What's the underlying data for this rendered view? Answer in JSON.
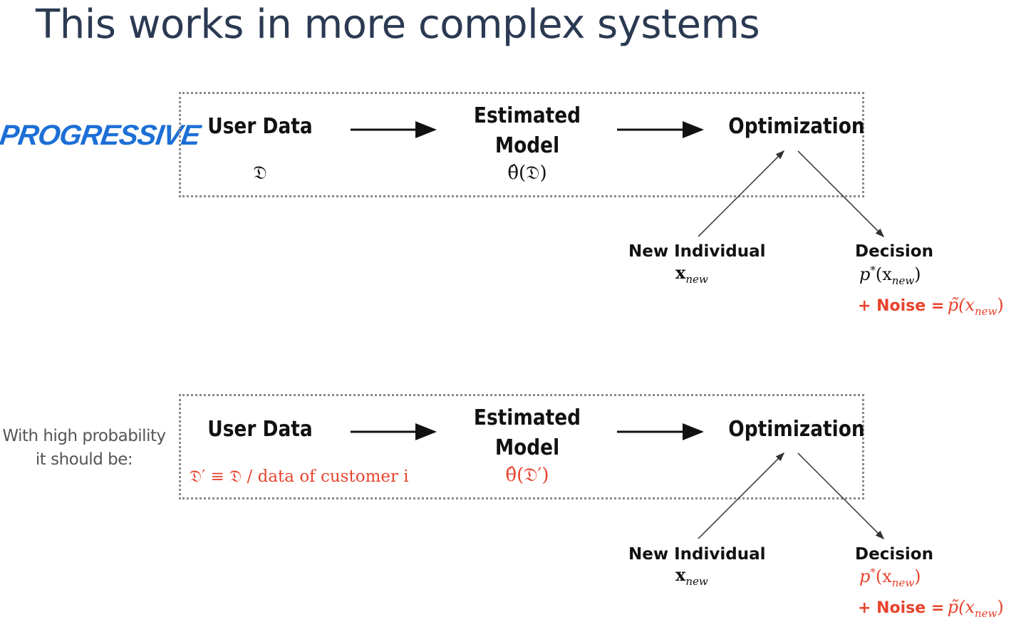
{
  "title": "This works in more complex systems",
  "brand": "PROGRESSIVE",
  "side_label_line1": "With high probability",
  "side_label_line2": "it should be:",
  "diagram_top": {
    "user_data": "User Data",
    "user_data_sub": "𝔇",
    "model_line1": "Estimated",
    "model_line2": "Model",
    "model_sub": "θ̂(𝔇)",
    "optimization": "Optimization",
    "new_individual": "New Individual",
    "x_new": "x",
    "x_new_sub": "new",
    "decision": "Decision",
    "decision_p": "p",
    "decision_arg": "(x",
    "decision_arg_sub": "new",
    "noise_label": "+ Noise =",
    "noise_expr": "p̃(x",
    "noise_expr_sub": "new"
  },
  "diagram_bottom": {
    "user_data": "User Data",
    "user_data_sub": "𝔇′ ≡ 𝔇 / data of customer i",
    "model_line1": "Estimated",
    "model_line2": "Model",
    "model_sub": "θ̂(𝔇′)",
    "optimization": "Optimization",
    "new_individual": "New Individual",
    "x_new": "x",
    "x_new_sub": "new",
    "decision": "Decision",
    "decision_p": "p",
    "decision_arg": "(x",
    "decision_arg_sub": "new",
    "noise_label": "+ Noise =",
    "noise_expr": "p̃(x",
    "noise_expr_sub": "new"
  },
  "colors": {
    "title": "#2b3a52",
    "brand": "#1d6fd6",
    "accent_red": "#e8432d",
    "box_border": "#8a8a8a"
  }
}
